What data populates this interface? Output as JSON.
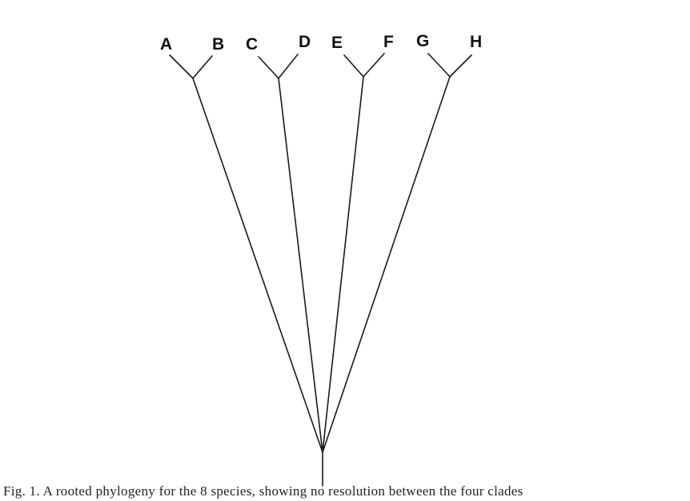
{
  "diagram": {
    "type": "phylogenetic-tree",
    "root": "root",
    "tips": [
      "A",
      "B",
      "C",
      "D",
      "E",
      "F",
      "G",
      "H"
    ],
    "clades": [
      {
        "id": "AB",
        "children": [
          "A",
          "B"
        ]
      },
      {
        "id": "CD",
        "children": [
          "C",
          "D"
        ]
      },
      {
        "id": "EF",
        "children": [
          "E",
          "F"
        ]
      },
      {
        "id": "GH",
        "children": [
          "G",
          "H"
        ]
      }
    ],
    "topology": "star-of-four-cherries",
    "line_color": "#1a1a1a",
    "label_color": "#111111"
  },
  "caption_fragment": "Fig. 1. A rooted phylogeny for the 8 species, showing no resolution between the four clades"
}
